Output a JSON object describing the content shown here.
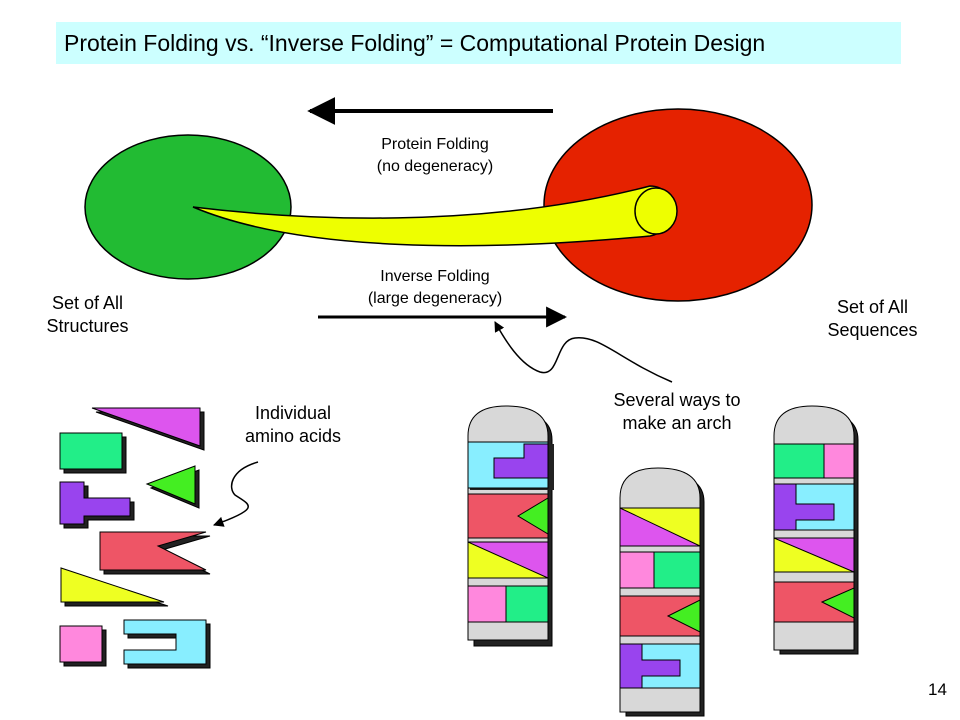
{
  "title": "Protein Folding vs. “Inverse Folding” = Computational Protein Design",
  "labels": {
    "folding_line1": "Protein Folding",
    "folding_line2": "(no degeneracy)",
    "inverse_line1": "Inverse Folding",
    "inverse_line2": "(large degeneracy)",
    "structures_line1": "Set of All",
    "structures_line2": "Structures",
    "sequences_line1": "Set of All",
    "sequences_line2": "Sequences",
    "aa_line1": "Individual",
    "aa_line2": "amino acids",
    "arch_line1": "Several ways to",
    "arch_line2": "make an arch"
  },
  "page_number": "14",
  "colors": {
    "title_bg": "#ccffff",
    "structures_set": "#22bb33",
    "sequences_set": "#e52200",
    "tube": "#eeff00",
    "piece_cyan": "#88eeff",
    "piece_purple": "#9944ee",
    "piece_red": "#ee5566",
    "piece_green": "#44ee22",
    "piece_yellow": "#eeff22",
    "piece_magenta": "#dd55ee",
    "piece_pink": "#ff88dd",
    "piece_teal": "#22ee88"
  }
}
